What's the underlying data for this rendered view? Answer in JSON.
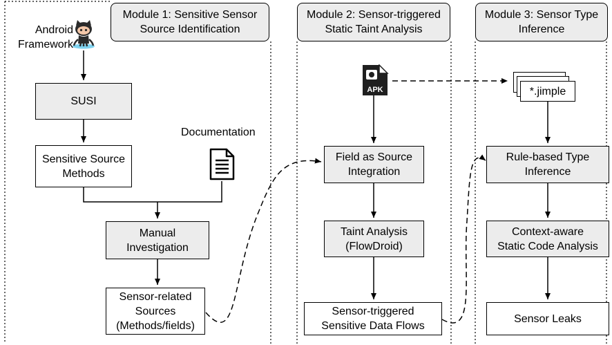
{
  "modules": [
    {
      "title": "Module 1: Sensitive Sensor\nSource Identification"
    },
    {
      "title": "Module 2: Sensor-triggered\nStatic Taint Analysis"
    },
    {
      "title": "Module 3: Sensor Type\nInference"
    }
  ],
  "module1": {
    "android_label": "Android\nFramework",
    "susi": "SUSI",
    "sensitive_source_methods": "Sensitive Source\nMethods",
    "documentation_label": "Documentation",
    "manual_investigation": "Manual\nInvestigation",
    "sensor_related_sources": "Sensor-related\nSources\n(Methods/fields)"
  },
  "module2": {
    "apk_label": "APK",
    "field_as_source": "Field as Source\nIntegration",
    "taint_analysis": "Taint Analysis\n(FlowDroid)",
    "sensor_triggered_flows": "Sensor-triggered\nSensitive Data Flows"
  },
  "module3": {
    "jimple_label": "*.jimple",
    "rule_based": "Rule-based Type\nInference",
    "context_aware": "Context-aware\nStatic Code Analysis",
    "sensor_leaks": "Sensor Leaks"
  }
}
